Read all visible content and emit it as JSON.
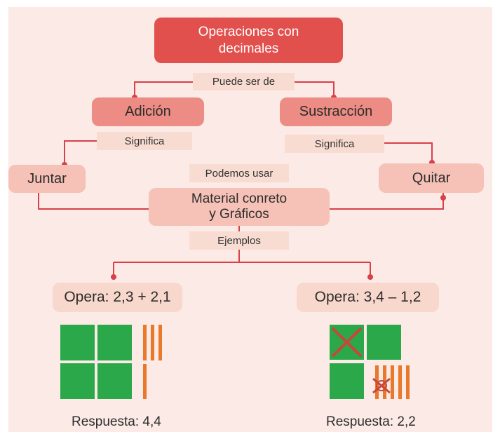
{
  "title": "Operaciones con decimales",
  "title_line1": "Operaciones con",
  "title_line2": "decimales",
  "connector_top": "Puede ser de",
  "left_branch": {
    "operation": "Adición",
    "connector": "Significa",
    "meaning": "Juntar"
  },
  "right_branch": {
    "operation": "Sustracción",
    "connector": "Significa",
    "meaning": "Quitar"
  },
  "connector_middle": "Podemos usar",
  "material": {
    "line1": "Material conreto",
    "line2": "y Gráficos"
  },
  "connector_examples": "Ejemplos",
  "example_left": {
    "operation": "Opera: 2,3 + 2,1",
    "answer": "Respuesta: 4,4"
  },
  "example_right": {
    "operation": "Opera: 3,4 – 1,2",
    "answer": "Respuesta: 2,2"
  },
  "colors": {
    "title_box": "#e2504e",
    "line": "#d8404a",
    "block": "#2aa84a",
    "rod": "#e8782a",
    "cross": "#c8463a",
    "background": "#fbeae5"
  }
}
